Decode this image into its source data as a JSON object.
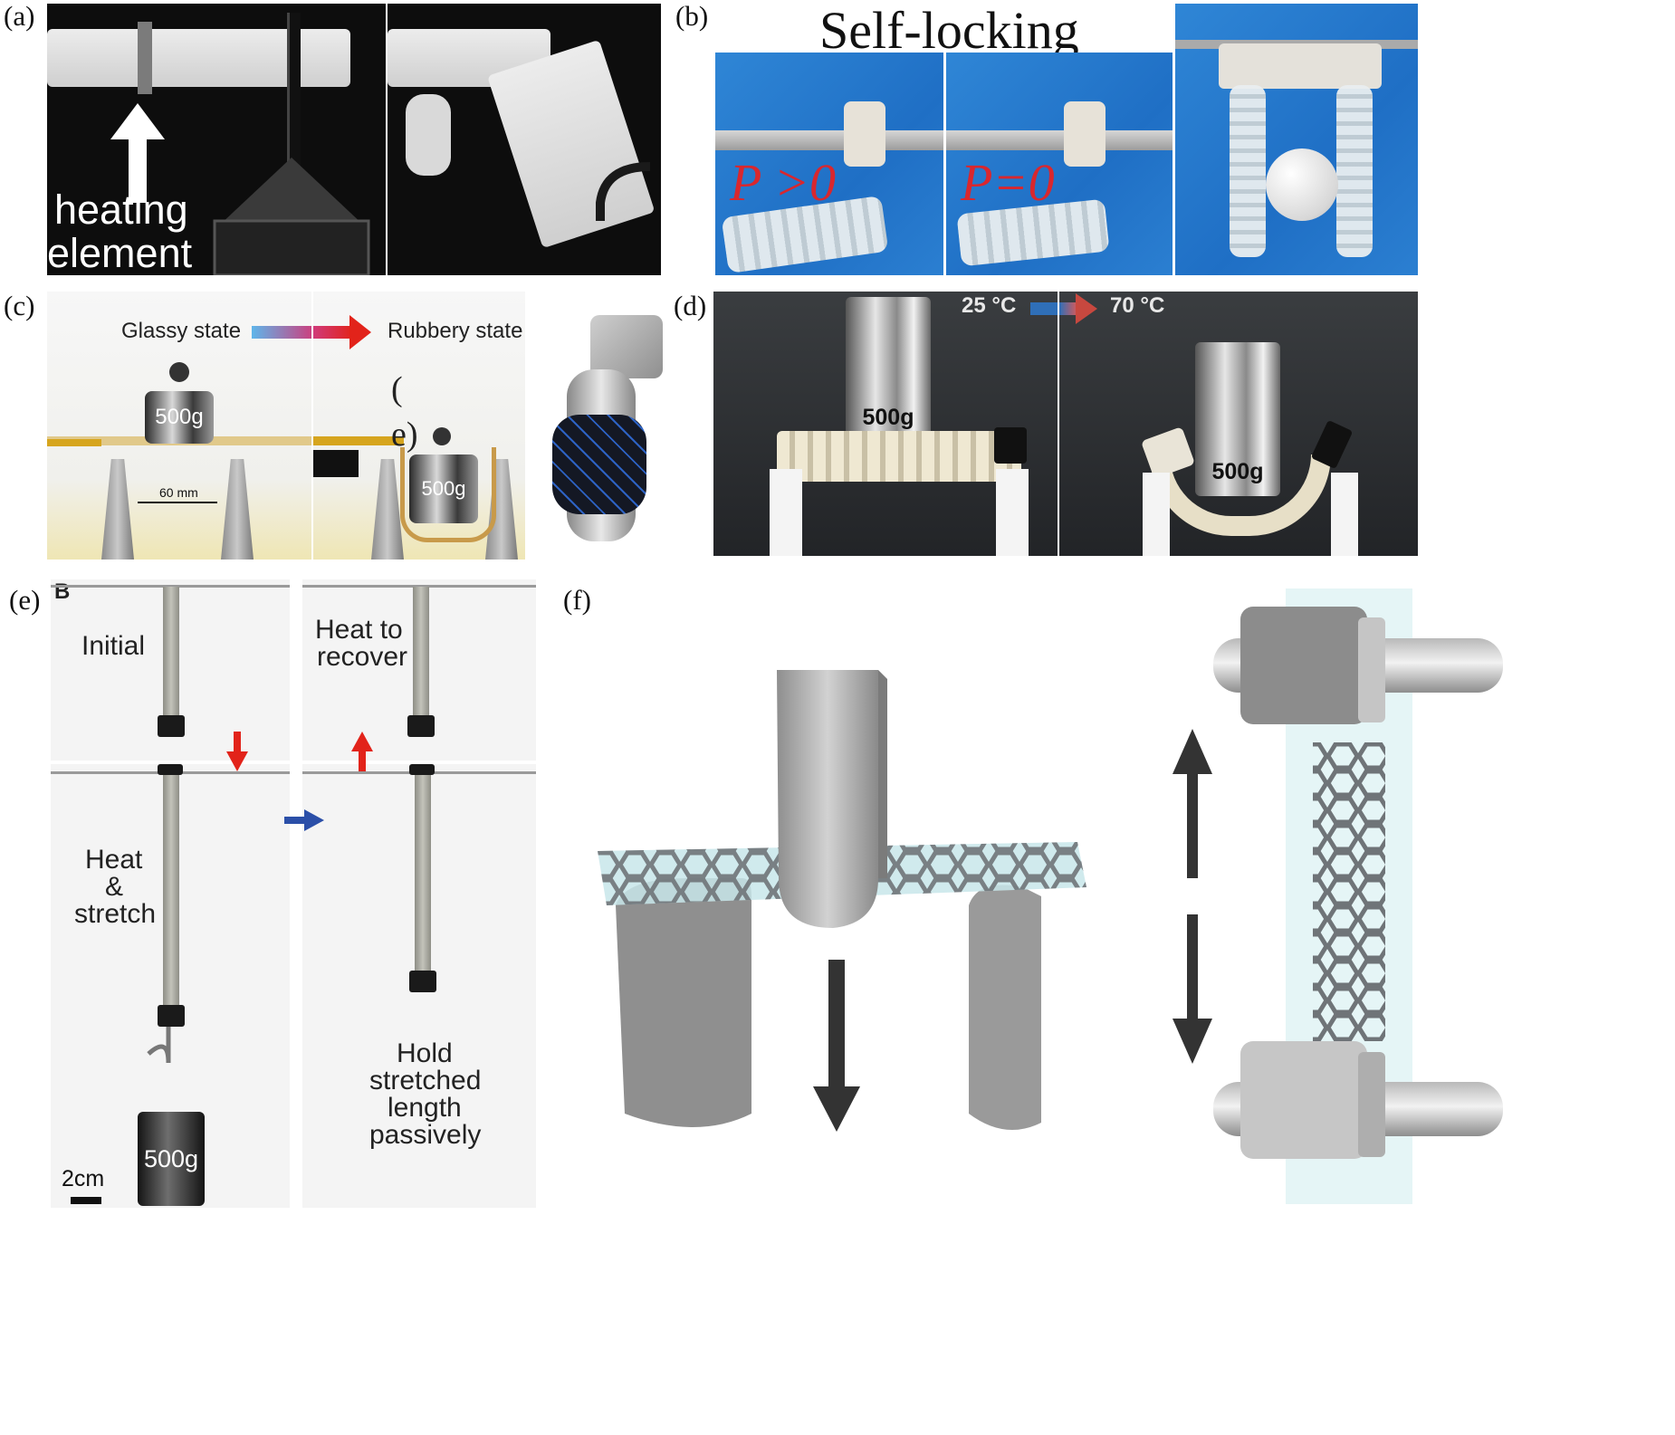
{
  "panels": {
    "a": {
      "label": "(a)",
      "heating_label_line1": "heating",
      "heating_label_line2": "element"
    },
    "b": {
      "label": "(b)",
      "title": "Self-locking",
      "pressure_positive": "P >0",
      "pressure_zero": "P=0"
    },
    "c": {
      "label": "(c)",
      "glassy_state": "Glassy state",
      "rubbery_state": "Rubbery state",
      "weight_label": "500g",
      "weight_label_2": "500g",
      "span_label": "60 mm",
      "stray_open": "(",
      "stray_close": "e)"
    },
    "d": {
      "label": "(d)",
      "temp_from": "25 °C",
      "temp_to": "70 °C",
      "weight_label": "500g",
      "weight_label_2": "500g"
    },
    "e": {
      "label": "(e)",
      "sublabel": "B",
      "initial": "Initial",
      "heat_to_recover_1": "Heat to",
      "heat_to_recover_2": "recover",
      "heat_stretch_1": "Heat",
      "heat_stretch_2": "&",
      "heat_stretch_3": "stretch",
      "hold_1": "Hold",
      "hold_2": "stretched",
      "hold_3": "length",
      "hold_4": "passively",
      "weight_label": "500g",
      "scale_bar": "2cm"
    },
    "f": {
      "label": "(f)"
    }
  },
  "colors": {
    "red_arrow": "#e2231a",
    "blue_arrow": "#2b4fa8",
    "b_background": "#1f6fc5",
    "dark_arrow": "#333333"
  }
}
